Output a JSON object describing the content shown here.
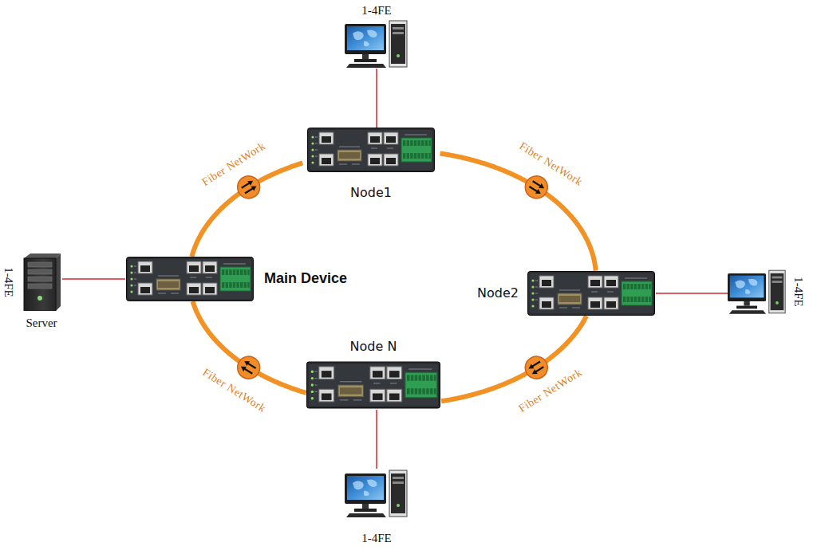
{
  "diagram": {
    "nodes": [
      {
        "text": [
          "1-4FE"
        ]
      },
      {
        "text": [
          "Node1"
        ]
      },
      {
        "text": [
          "1-4FE",
          "Server"
        ]
      },
      {
        "text": [
          "Main Device"
        ]
      },
      {
        "text": [
          "Node2"
        ]
      },
      {
        "text": [
          "1-4FE"
        ]
      },
      {
        "text": [
          "Node N"
        ]
      },
      {
        "text": [
          "1-4FE"
        ]
      }
    ],
    "edges": [
      {
        "from": 0,
        "to": 1,
        "arrow": "none"
      },
      {
        "from": 1,
        "to": 4,
        "label": "Fiber NetWork",
        "arrow": "none"
      },
      {
        "from": 3,
        "to": 1,
        "label": "Fiber NetWork",
        "arrow": "none"
      },
      {
        "from": 2,
        "to": 3,
        "arrow": "none"
      },
      {
        "from": 4,
        "to": 5,
        "arrow": "none"
      },
      {
        "from": 4,
        "to": 6,
        "label": "Fiber NetWork",
        "arrow": "none"
      },
      {
        "from": 6,
        "to": 3,
        "label": "Fiber NetWork",
        "arrow": "none"
      },
      {
        "from": 6,
        "to": 7,
        "arrow": "none"
      }
    ]
  }
}
